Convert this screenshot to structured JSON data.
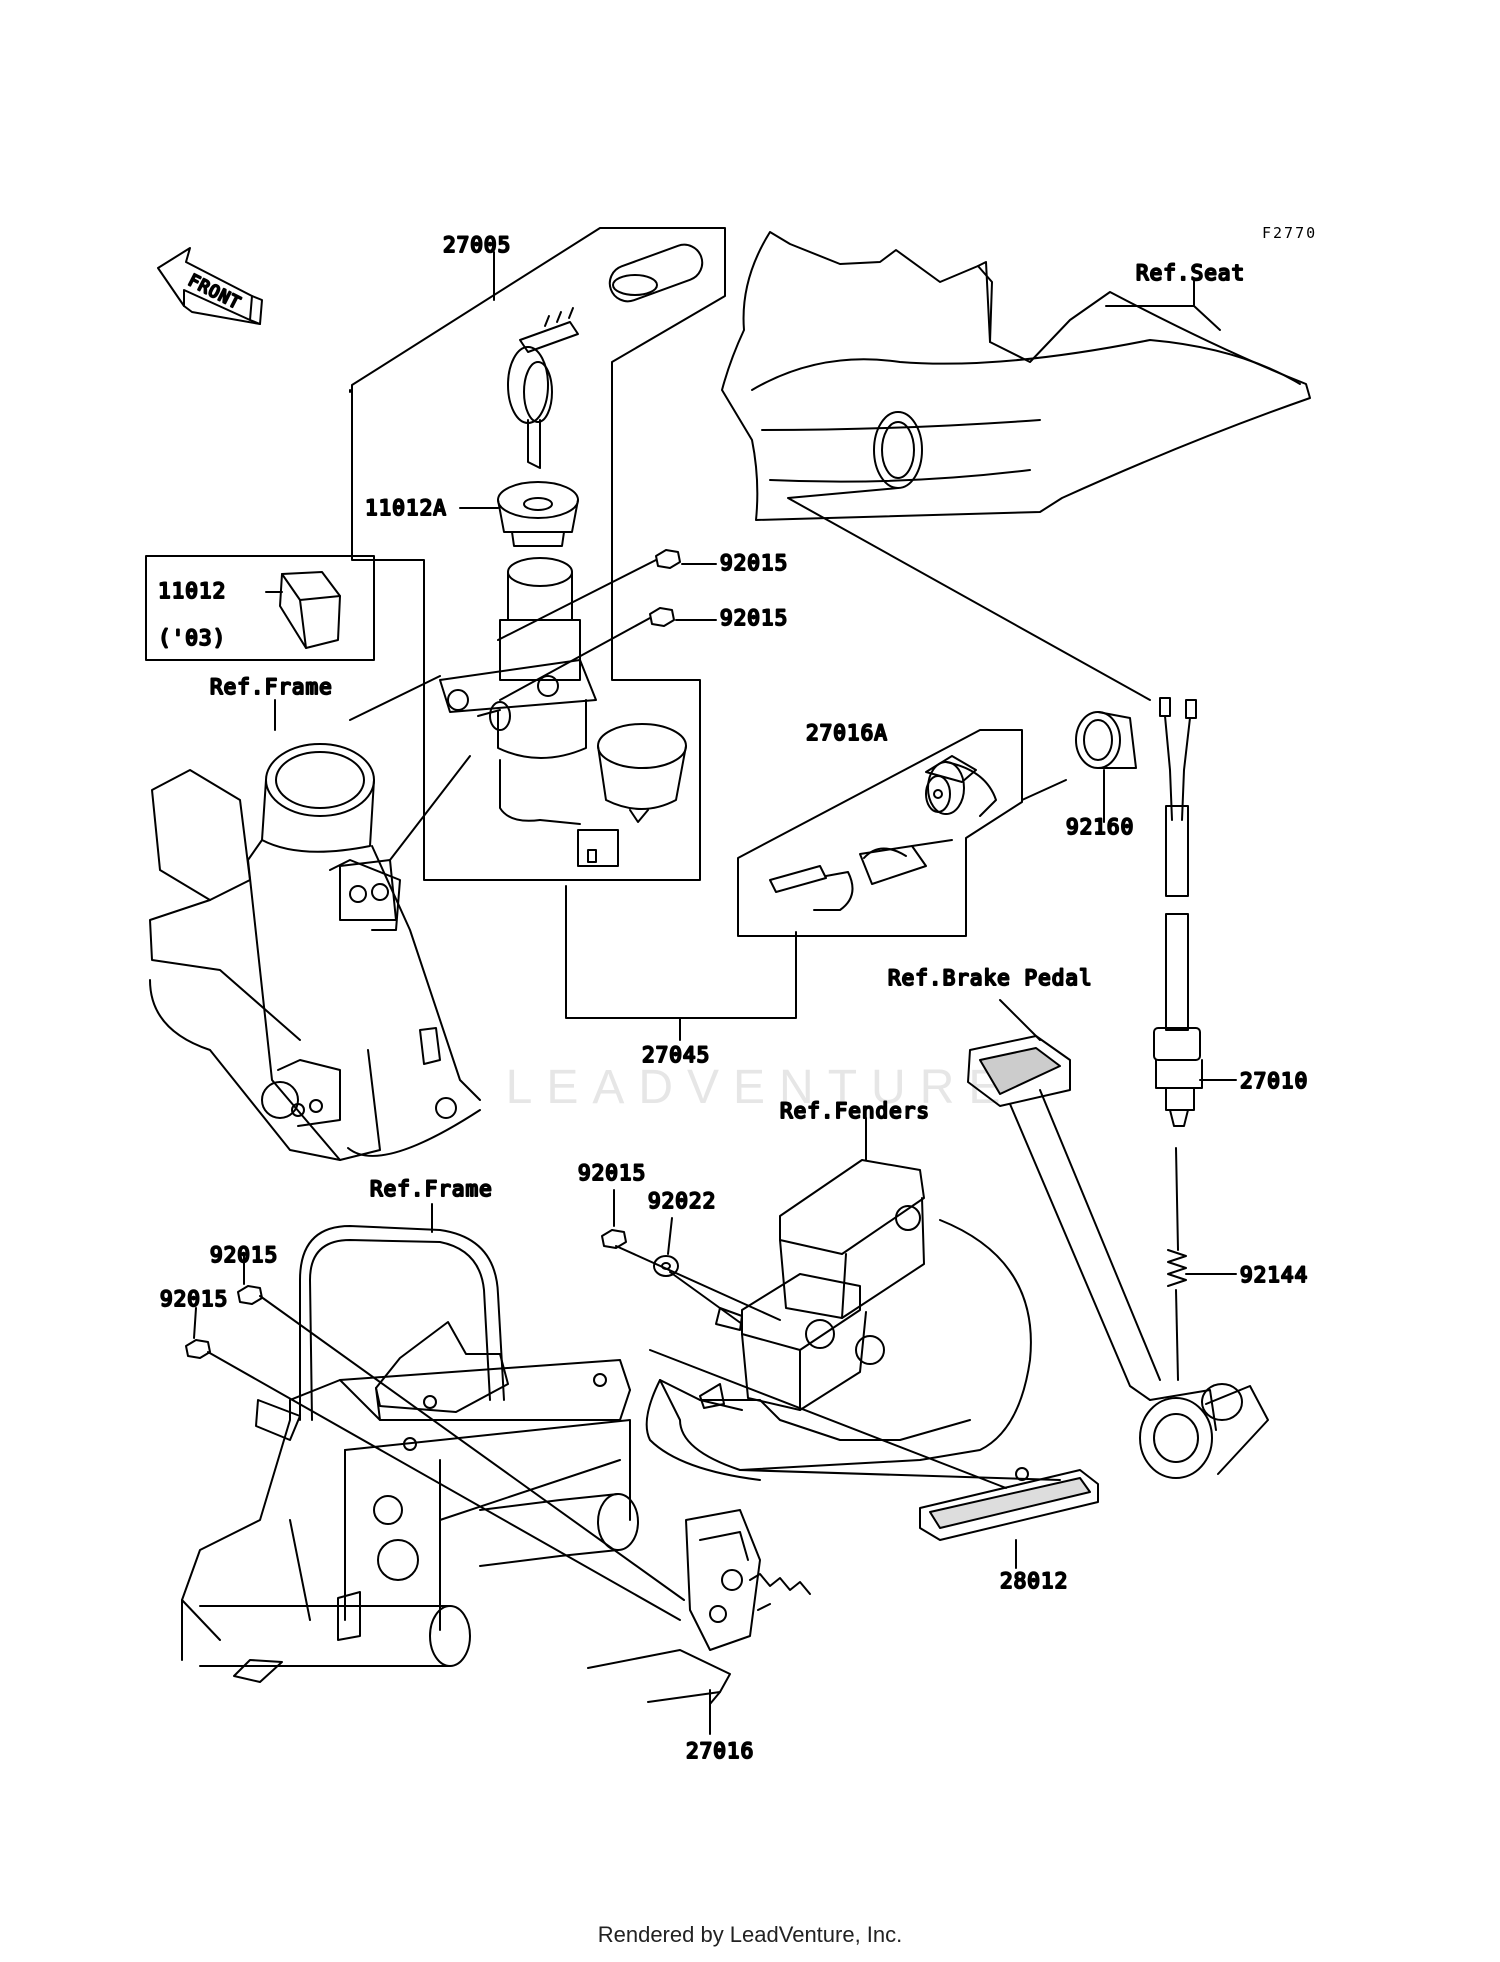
{
  "diagram": {
    "figure_code": "F2770",
    "front_label": "FRONT",
    "watermark": "LEADVENTURE",
    "footer": "Rendered by LeadVenture, Inc.",
    "labels": {
      "p27005": "27005",
      "p11012A": "11012A",
      "p11012": "11012",
      "p03": "('03)",
      "p92015a": "92015",
      "p92015b": "92015",
      "refFrameTop": "Ref.Frame",
      "refSeat": "Ref.Seat",
      "p27016A": "27016A",
      "p92160": "92160",
      "p27045": "27045",
      "refBrakePedal": "Ref.Brake Pedal",
      "p27010": "27010",
      "refFenders": "Ref.Fenders",
      "p92015c": "92015",
      "p92022": "92022",
      "refFrameBottom": "Ref.Frame",
      "p92015d": "92015",
      "p92015e": "92015",
      "p92144": "92144",
      "p28012": "28012",
      "p27016": "27016"
    }
  }
}
